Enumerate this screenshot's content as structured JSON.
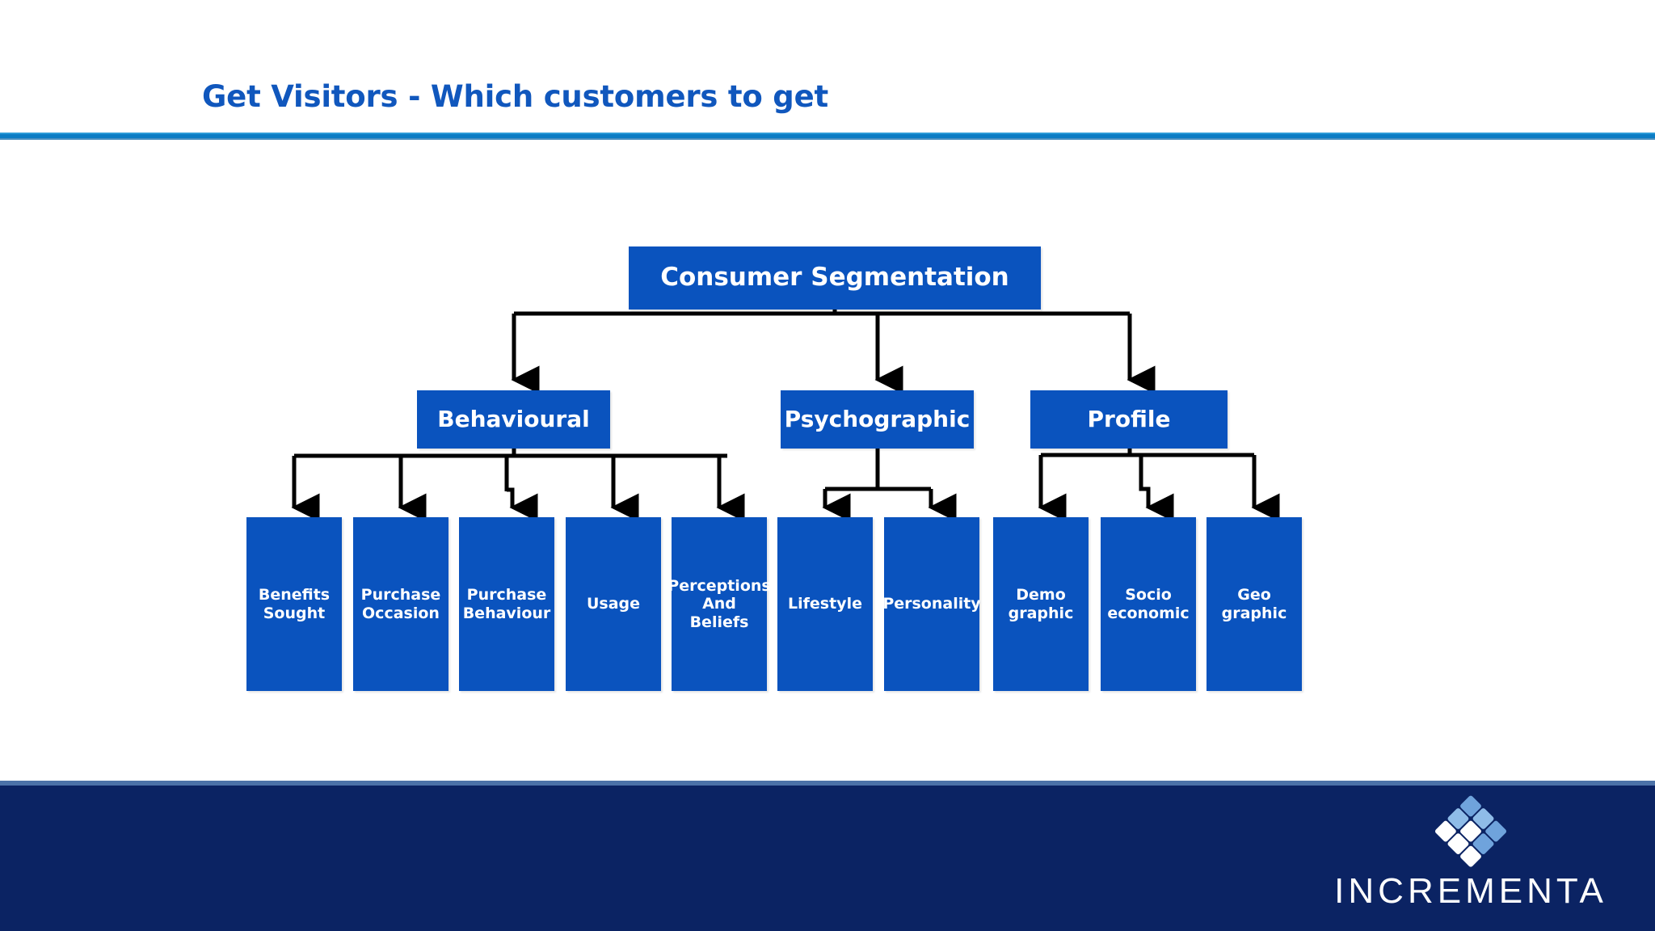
{
  "slide": {
    "title": "Get Visitors - Which customers to get",
    "title_color": "#1057BD",
    "rule_color": "#0B7CC4",
    "background": "#ffffff"
  },
  "diagram": {
    "type": "tree",
    "node_fill": "#0A53BE",
    "node_text_color": "#ffffff",
    "connector_color": "#000000",
    "root": {
      "label": "Consumer Segmentation"
    },
    "branches": [
      {
        "label": "Behavioural",
        "children": [
          {
            "label_line1": "Benefits",
            "label_line2": "Sought"
          },
          {
            "label_line1": "Purchase",
            "label_line2": "Occasion"
          },
          {
            "label_line1": "Purchase",
            "label_line2": "Behaviour"
          },
          {
            "label_line1": "Usage",
            "label_line2": ""
          },
          {
            "label_line1": "Perceptions",
            "label_line2": "And",
            "label_line3": "Beliefs"
          }
        ]
      },
      {
        "label": "Psychographic",
        "children": [
          {
            "label_line1": "Lifestyle",
            "label_line2": ""
          },
          {
            "label_line1": "Personality",
            "label_line2": ""
          }
        ]
      },
      {
        "label": "Profile",
        "children": [
          {
            "label_line1": "Demo",
            "label_line2": "graphic"
          },
          {
            "label_line1": "Socio",
            "label_line2": "economic"
          },
          {
            "label_line1": "Geo",
            "label_line2": "graphic"
          }
        ]
      }
    ]
  },
  "footer": {
    "background": "#0B2363",
    "brand_name": "INCREMENTA",
    "logo_name": "incrementa-diamond-logo"
  }
}
